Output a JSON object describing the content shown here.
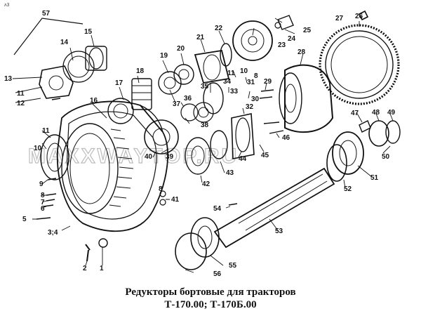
{
  "caption": {
    "line1": "Редукторы бортовые для тракторов",
    "line2": "Т-170.00; Т-170Б.00"
  },
  "watermark": "MAXXWAYTOP.RU",
  "corner_mark": "ʌ3",
  "callouts": [
    {
      "id": "57",
      "text": "57"
    },
    {
      "id": "26",
      "text": "26"
    },
    {
      "id": "27",
      "text": "27"
    },
    {
      "id": "22",
      "text": "22"
    },
    {
      "id": "25",
      "text": "25"
    },
    {
      "id": "24",
      "text": "24"
    },
    {
      "id": "15",
      "text": "15"
    },
    {
      "id": "14",
      "text": "14"
    },
    {
      "id": "21",
      "text": "21"
    },
    {
      "id": "20",
      "text": "20"
    },
    {
      "id": "23",
      "text": "23"
    },
    {
      "id": "19",
      "text": "19"
    },
    {
      "id": "28",
      "text": "28"
    },
    {
      "id": "13",
      "text": "13"
    },
    {
      "id": "18",
      "text": "18"
    },
    {
      "id": "11a",
      "text": "11"
    },
    {
      "id": "10a",
      "text": "10"
    },
    {
      "id": "8a",
      "text": "8"
    },
    {
      "id": "35",
      "text": "35"
    },
    {
      "id": "31",
      "text": "31"
    },
    {
      "id": "34",
      "text": "34"
    },
    {
      "id": "29",
      "text": "29"
    },
    {
      "id": "17",
      "text": "17"
    },
    {
      "id": "11b",
      "text": "11"
    },
    {
      "id": "12",
      "text": "12"
    },
    {
      "id": "36",
      "text": "36"
    },
    {
      "id": "33",
      "text": "33"
    },
    {
      "id": "16",
      "text": "16"
    },
    {
      "id": "37",
      "text": "37"
    },
    {
      "id": "32",
      "text": "32"
    },
    {
      "id": "30",
      "text": "30"
    },
    {
      "id": "38",
      "text": "38"
    },
    {
      "id": "46",
      "text": "46"
    },
    {
      "id": "47",
      "text": "47"
    },
    {
      "id": "48",
      "text": "48"
    },
    {
      "id": "49",
      "text": "49"
    },
    {
      "id": "11c",
      "text": "11"
    },
    {
      "id": "10b",
      "text": "10"
    },
    {
      "id": "39",
      "text": "39"
    },
    {
      "id": "44",
      "text": "44"
    },
    {
      "id": "45",
      "text": "45"
    },
    {
      "id": "50",
      "text": "50"
    },
    {
      "id": "40",
      "text": "40"
    },
    {
      "id": "43",
      "text": "43"
    },
    {
      "id": "51",
      "text": "51"
    },
    {
      "id": "9",
      "text": "9"
    },
    {
      "id": "42",
      "text": "42"
    },
    {
      "id": "52",
      "text": "52"
    },
    {
      "id": "8b",
      "text": "8"
    },
    {
      "id": "7",
      "text": "7"
    },
    {
      "id": "8c",
      "text": "8"
    },
    {
      "id": "41",
      "text": "41"
    },
    {
      "id": "6",
      "text": "6"
    },
    {
      "id": "54",
      "text": "54"
    },
    {
      "id": "5",
      "text": "5"
    },
    {
      "id": "53",
      "text": "53"
    },
    {
      "id": "34b",
      "text": "3;4"
    },
    {
      "id": "55",
      "text": "55"
    },
    {
      "id": "2",
      "text": "2"
    },
    {
      "id": "1",
      "text": "1"
    },
    {
      "id": "56",
      "text": "56"
    }
  ]
}
